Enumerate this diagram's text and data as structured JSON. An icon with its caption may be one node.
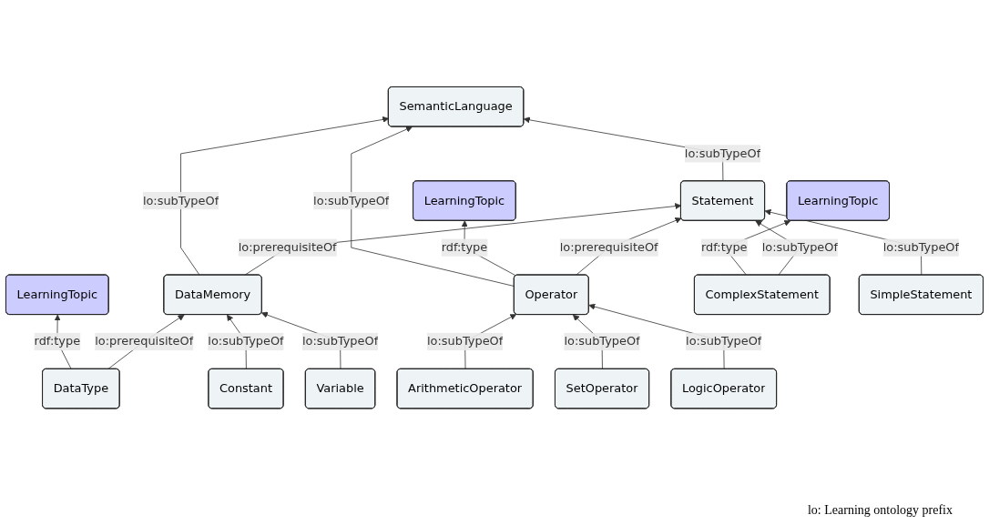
{
  "diagram": {
    "nodes": [
      {
        "text": [
          "LearningTopic"
        ]
      },
      {
        "text": [
          "DataType"
        ]
      },
      {
        "text": [
          "SemanticLanguage"
        ]
      },
      {
        "text": [
          "LearningTopic"
        ]
      },
      {
        "text": [
          "DataMemory"
        ]
      },
      {
        "text": [
          "Operator"
        ]
      },
      {
        "text": [
          "Constant"
        ]
      },
      {
        "text": [
          "Variable"
        ]
      },
      {
        "text": [
          "Statement"
        ]
      },
      {
        "text": [
          "LearningTopic"
        ]
      },
      {
        "text": [
          "ArithmeticOperator"
        ]
      },
      {
        "text": [
          "SetOperator"
        ]
      },
      {
        "text": [
          "LogicOperator"
        ]
      },
      {
        "text": [
          "ComplexStatement"
        ]
      },
      {
        "text": [
          "SimpleStatement"
        ]
      }
    ],
    "edges": [
      {
        "from": 1,
        "to": 0,
        "arrow": "to",
        "label": "rdf:type"
      },
      {
        "from": 1,
        "to": 4,
        "arrow": "to",
        "label": "lo:prerequisiteOf"
      },
      {
        "from": 4,
        "to": 2,
        "arrow": "to",
        "label": "lo:subTypeOf"
      },
      {
        "from": 5,
        "to": 2,
        "arrow": "to",
        "label": "lo:subTypeOf"
      },
      {
        "from": 5,
        "to": 3,
        "arrow": "to",
        "label": "rdf:type"
      },
      {
        "from": 6,
        "to": 4,
        "arrow": "to",
        "label": "lo:subTypeOf"
      },
      {
        "from": 7,
        "to": 4,
        "arrow": "to",
        "label": "lo:subTypeOf"
      },
      {
        "from": 4,
        "to": 8,
        "arrow": "to",
        "label": "lo:prerequisiteOf"
      },
      {
        "from": 8,
        "to": 2,
        "arrow": "to",
        "label": "lo:subTypeOf"
      },
      {
        "from": 5,
        "to": 8,
        "arrow": "to",
        "label": "lo:prerequisiteOf"
      },
      {
        "from": 10,
        "to": 5,
        "arrow": "to",
        "label": "lo:subTypeOf"
      },
      {
        "from": 11,
        "to": 5,
        "arrow": "to",
        "label": "lo:subTypeOf"
      },
      {
        "from": 12,
        "to": 5,
        "arrow": "to",
        "label": "lo:subTypeOf"
      },
      {
        "from": 13,
        "to": 9,
        "arrow": "to",
        "label": "rdf:type"
      },
      {
        "from": 13,
        "to": 8,
        "arrow": "to",
        "label": "lo:subTypeOf"
      },
      {
        "from": 14,
        "to": 8,
        "arrow": "to",
        "label": "lo:subTypeOf"
      }
    ],
    "labels": [
      "lo: Learning ontology prefix"
    ]
  }
}
